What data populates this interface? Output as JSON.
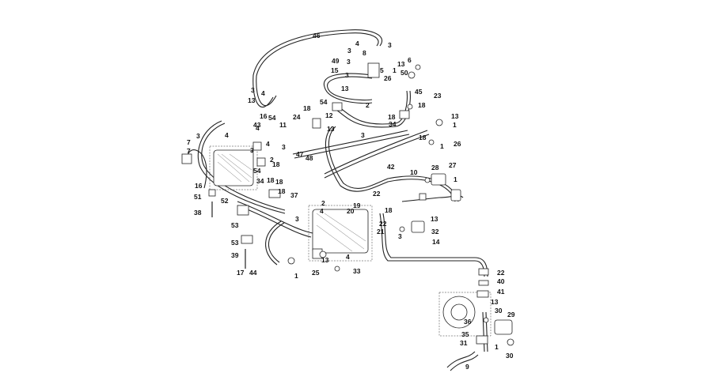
{
  "diagram": {
    "callouts": [
      "46",
      "4",
      "3",
      "8",
      "3",
      "49",
      "15",
      "3",
      "3",
      "5",
      "26",
      "13",
      "6",
      "1",
      "50",
      "13",
      "45",
      "2",
      "3",
      "4",
      "13",
      "23",
      "18",
      "54",
      "24",
      "18",
      "12",
      "18",
      "13",
      "1",
      "34",
      "16",
      "54",
      "43",
      "3",
      "11",
      "3",
      "7",
      "4",
      "4",
      "7",
      "4",
      "3",
      "3",
      "18",
      "2",
      "47",
      "48",
      "13",
      "26",
      "1",
      "42",
      "18",
      "28",
      "27",
      "10",
      "54",
      "34",
      "18",
      "18",
      "18",
      "37",
      "1",
      "16",
      "51",
      "38",
      "52",
      "22",
      "2",
      "4",
      "20",
      "19",
      "3",
      "13",
      "18",
      "32",
      "53",
      "21",
      "22",
      "3",
      "53",
      "14",
      "39",
      "4",
      "17",
      "44",
      "13",
      "1",
      "25",
      "33",
      "22",
      "40",
      "41",
      "13",
      "29",
      "30",
      "36",
      "35",
      "1",
      "31",
      "30",
      "9"
    ]
  }
}
